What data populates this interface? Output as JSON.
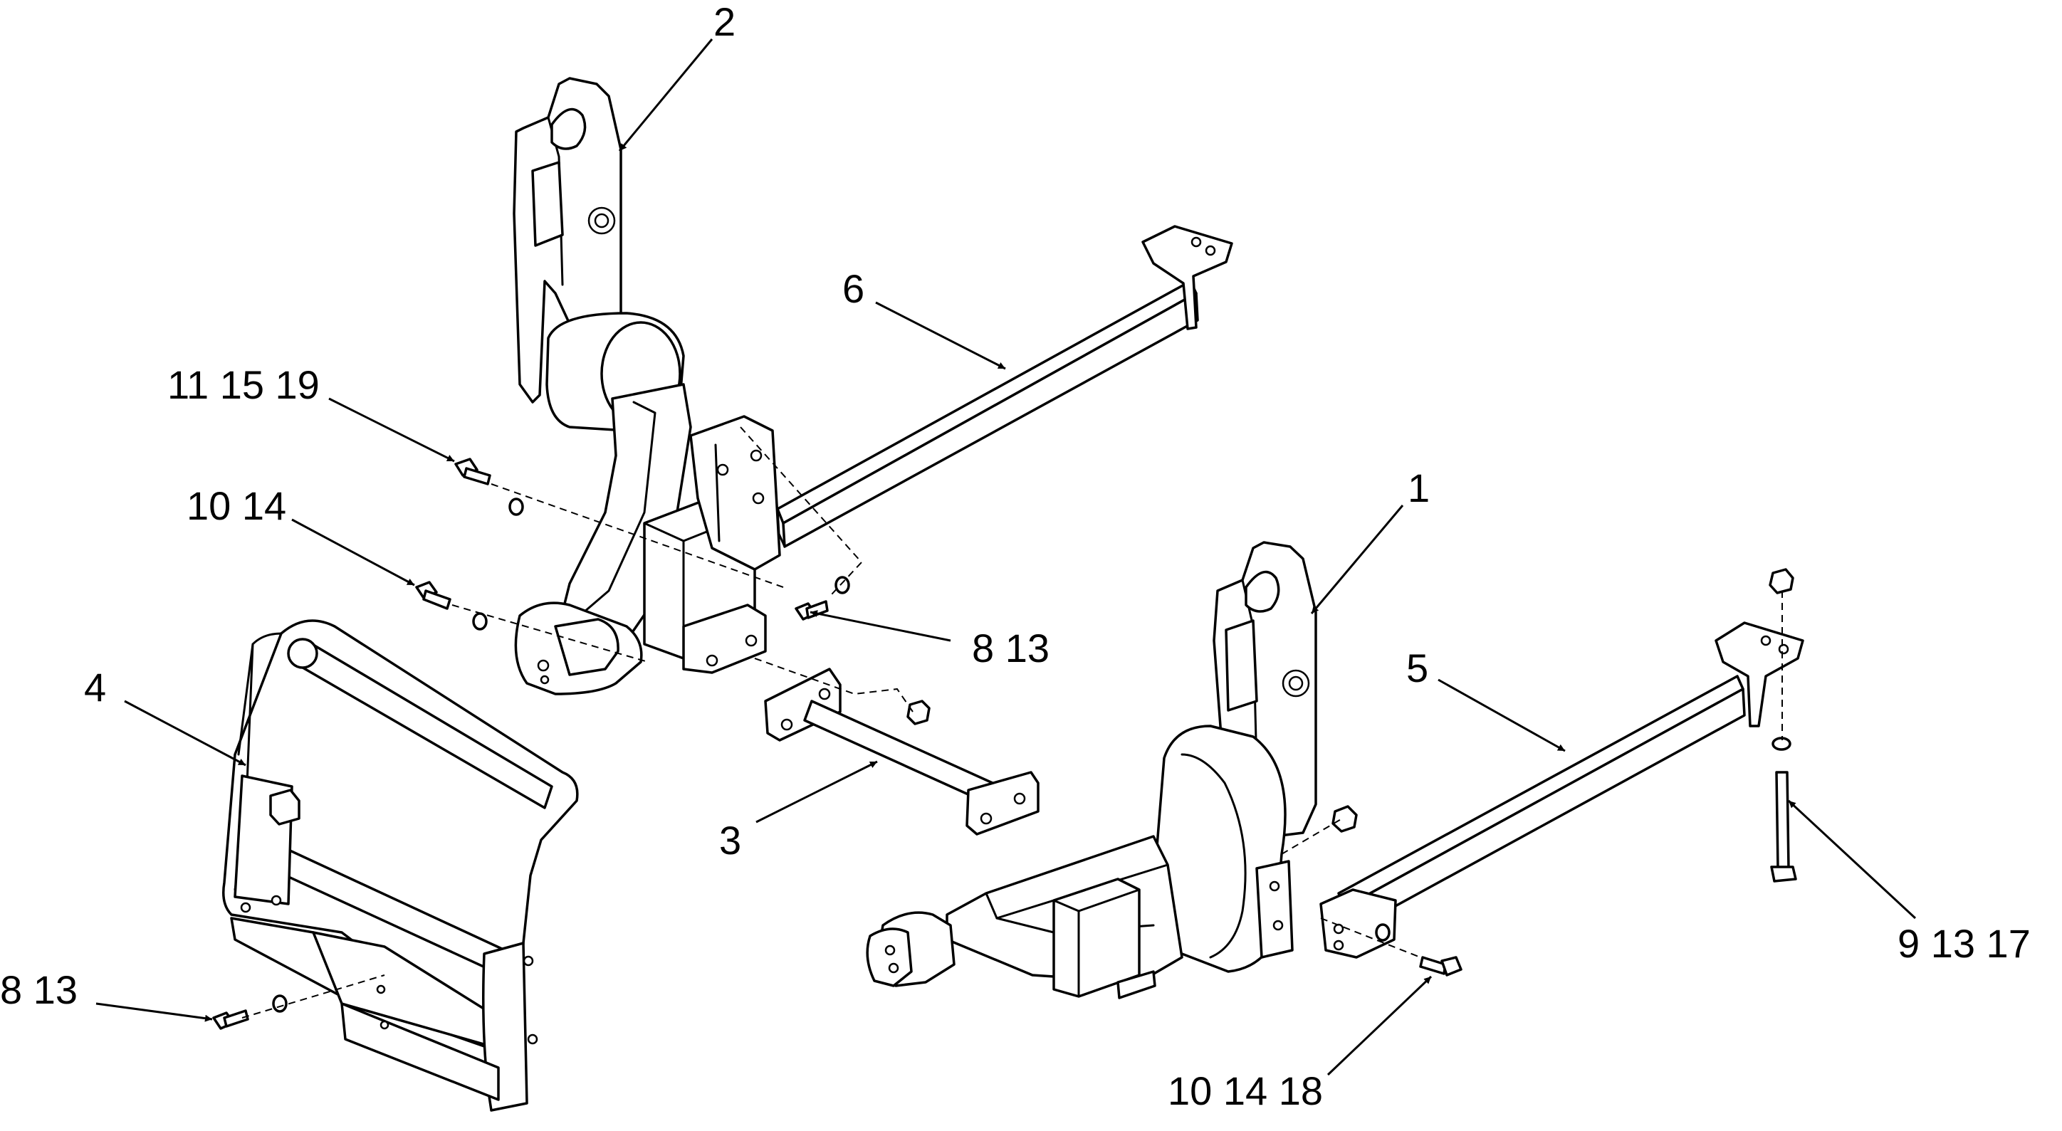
{
  "callouts": {
    "c1": "1",
    "c2": "2",
    "c3": "3",
    "c4": "4",
    "c5": "5",
    "c6": "6",
    "c_8_13_mid": "8  13",
    "c_8_13_left": "8  13",
    "c_9_13_17": "9  13 17",
    "c_10_14": "10 14",
    "c_10_14_18": "10 14 18",
    "c_11_15_19": "11 15 19"
  },
  "colors": {
    "line": "#000000",
    "background": "#ffffff"
  }
}
